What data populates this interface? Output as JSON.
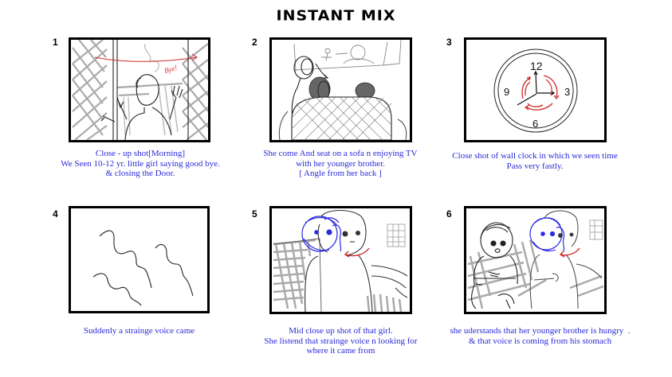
{
  "title": "INSTANT MIX",
  "colors": {
    "caption": "#2a2ad8",
    "frame": "#000000",
    "accent_red": "#cc2a2a",
    "accent_blue": "#2a2ae0"
  },
  "panels": [
    {
      "number": "1",
      "drawing": "girl-at-door-waving-sketch",
      "annotation": "Bye!",
      "caption": [
        "Close - up shot[Morning]",
        "We Seen 10-12 yr. little girl saying good bye.",
        "& closing the Door."
      ]
    },
    {
      "number": "2",
      "drawing": "kids-on-sofa-watching-tv-sketch",
      "caption": [
        "She come And seat on a sofa n enjoying TV",
        "with her younger brother.",
        "[ Angle from her back ]"
      ]
    },
    {
      "number": "3",
      "drawing": "wall-clock-sketch",
      "clock_numbers": [
        "12",
        "3",
        "6",
        "9"
      ],
      "caption": [
        "Close shot of wall clock in which we seen time",
        "Pass very fastly."
      ]
    },
    {
      "number": "4",
      "drawing": "sound-wave-lines-sketch",
      "caption": [
        "Suddenly a strainge voice came"
      ]
    },
    {
      "number": "5",
      "drawing": "girl-turning-head-sketch",
      "caption": [
        "Mid close up shot of that girl.",
        "She listend that strainge voice n looking for",
        "where it came from"
      ]
    },
    {
      "number": "6",
      "drawing": "girl-and-brother-on-sofa-sketch",
      "caption": [
        "she uderstands that her younger brother is hungry  .",
        "& that voice is coming from his stomach"
      ]
    }
  ]
}
